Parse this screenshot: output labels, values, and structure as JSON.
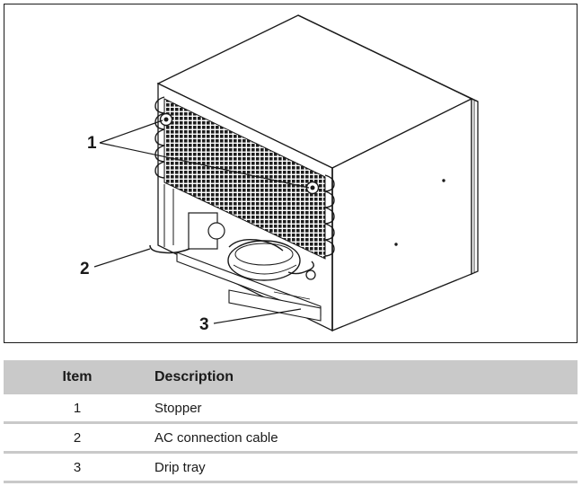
{
  "figure": {
    "callouts": [
      "1",
      "2",
      "3"
    ]
  },
  "table": {
    "headers": {
      "item": "Item",
      "description": "Description"
    },
    "rows": [
      {
        "item": "1",
        "description": "Stopper"
      },
      {
        "item": "2",
        "description": "AC connection cable"
      },
      {
        "item": "3",
        "description": "Drip tray"
      }
    ]
  }
}
